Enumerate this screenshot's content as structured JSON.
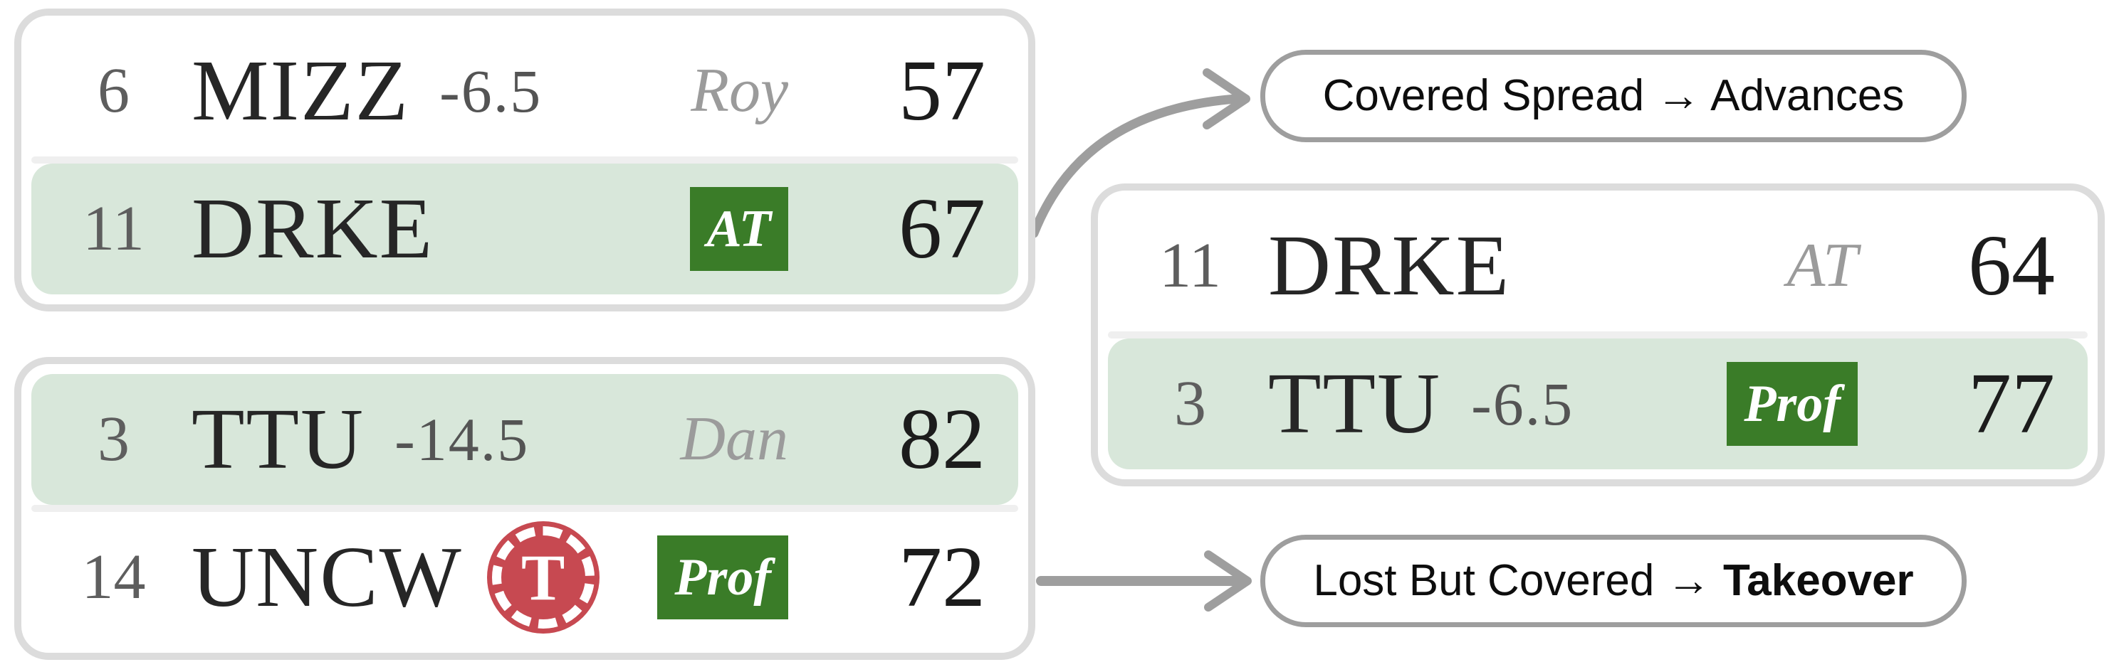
{
  "colors": {
    "card_border": "#dcdcdc",
    "row_highlight_green": "#d8e7da",
    "divider_gray": "#efefef",
    "badge_green": "#3a7c28",
    "chip_red": "#c74951",
    "arrow_gray": "#9e9e9e",
    "seed_gray": "#5e5e5e",
    "tag_gray": "#9b9b9b",
    "text_dark": "#262626"
  },
  "games": [
    {
      "name": "round1-top-game",
      "rows": [
        {
          "seed": "6",
          "team": "MIZZ",
          "spread": "-6.5",
          "tag": "Roy",
          "score": "57",
          "highlighted": false
        },
        {
          "seed": "11",
          "team": "DRKE",
          "spread": "",
          "tag": "AT",
          "score": "67",
          "highlighted": true
        }
      ]
    },
    {
      "name": "round1-bottom-game",
      "rows": [
        {
          "seed": "3",
          "team": "TTU",
          "spread": "-14.5",
          "tag": "Dan",
          "score": "82",
          "highlighted": true
        },
        {
          "seed": "14",
          "team": "UNCW",
          "spread": "",
          "tag": "Prof",
          "score": "72",
          "highlighted": false,
          "chip": "T"
        }
      ]
    },
    {
      "name": "round2-game",
      "rows": [
        {
          "seed": "11",
          "team": "DRKE",
          "spread": "",
          "tag": "AT",
          "score": "64",
          "highlighted": false
        },
        {
          "seed": "3",
          "team": "TTU",
          "spread": "-6.5",
          "tag": "Prof",
          "score": "77",
          "highlighted": true
        }
      ]
    }
  ],
  "annotations": {
    "advances_label": "Covered Spread → Advances",
    "takeover_label_regular": "Lost But Covered",
    "takeover_label_bold": "→ Takeover"
  }
}
